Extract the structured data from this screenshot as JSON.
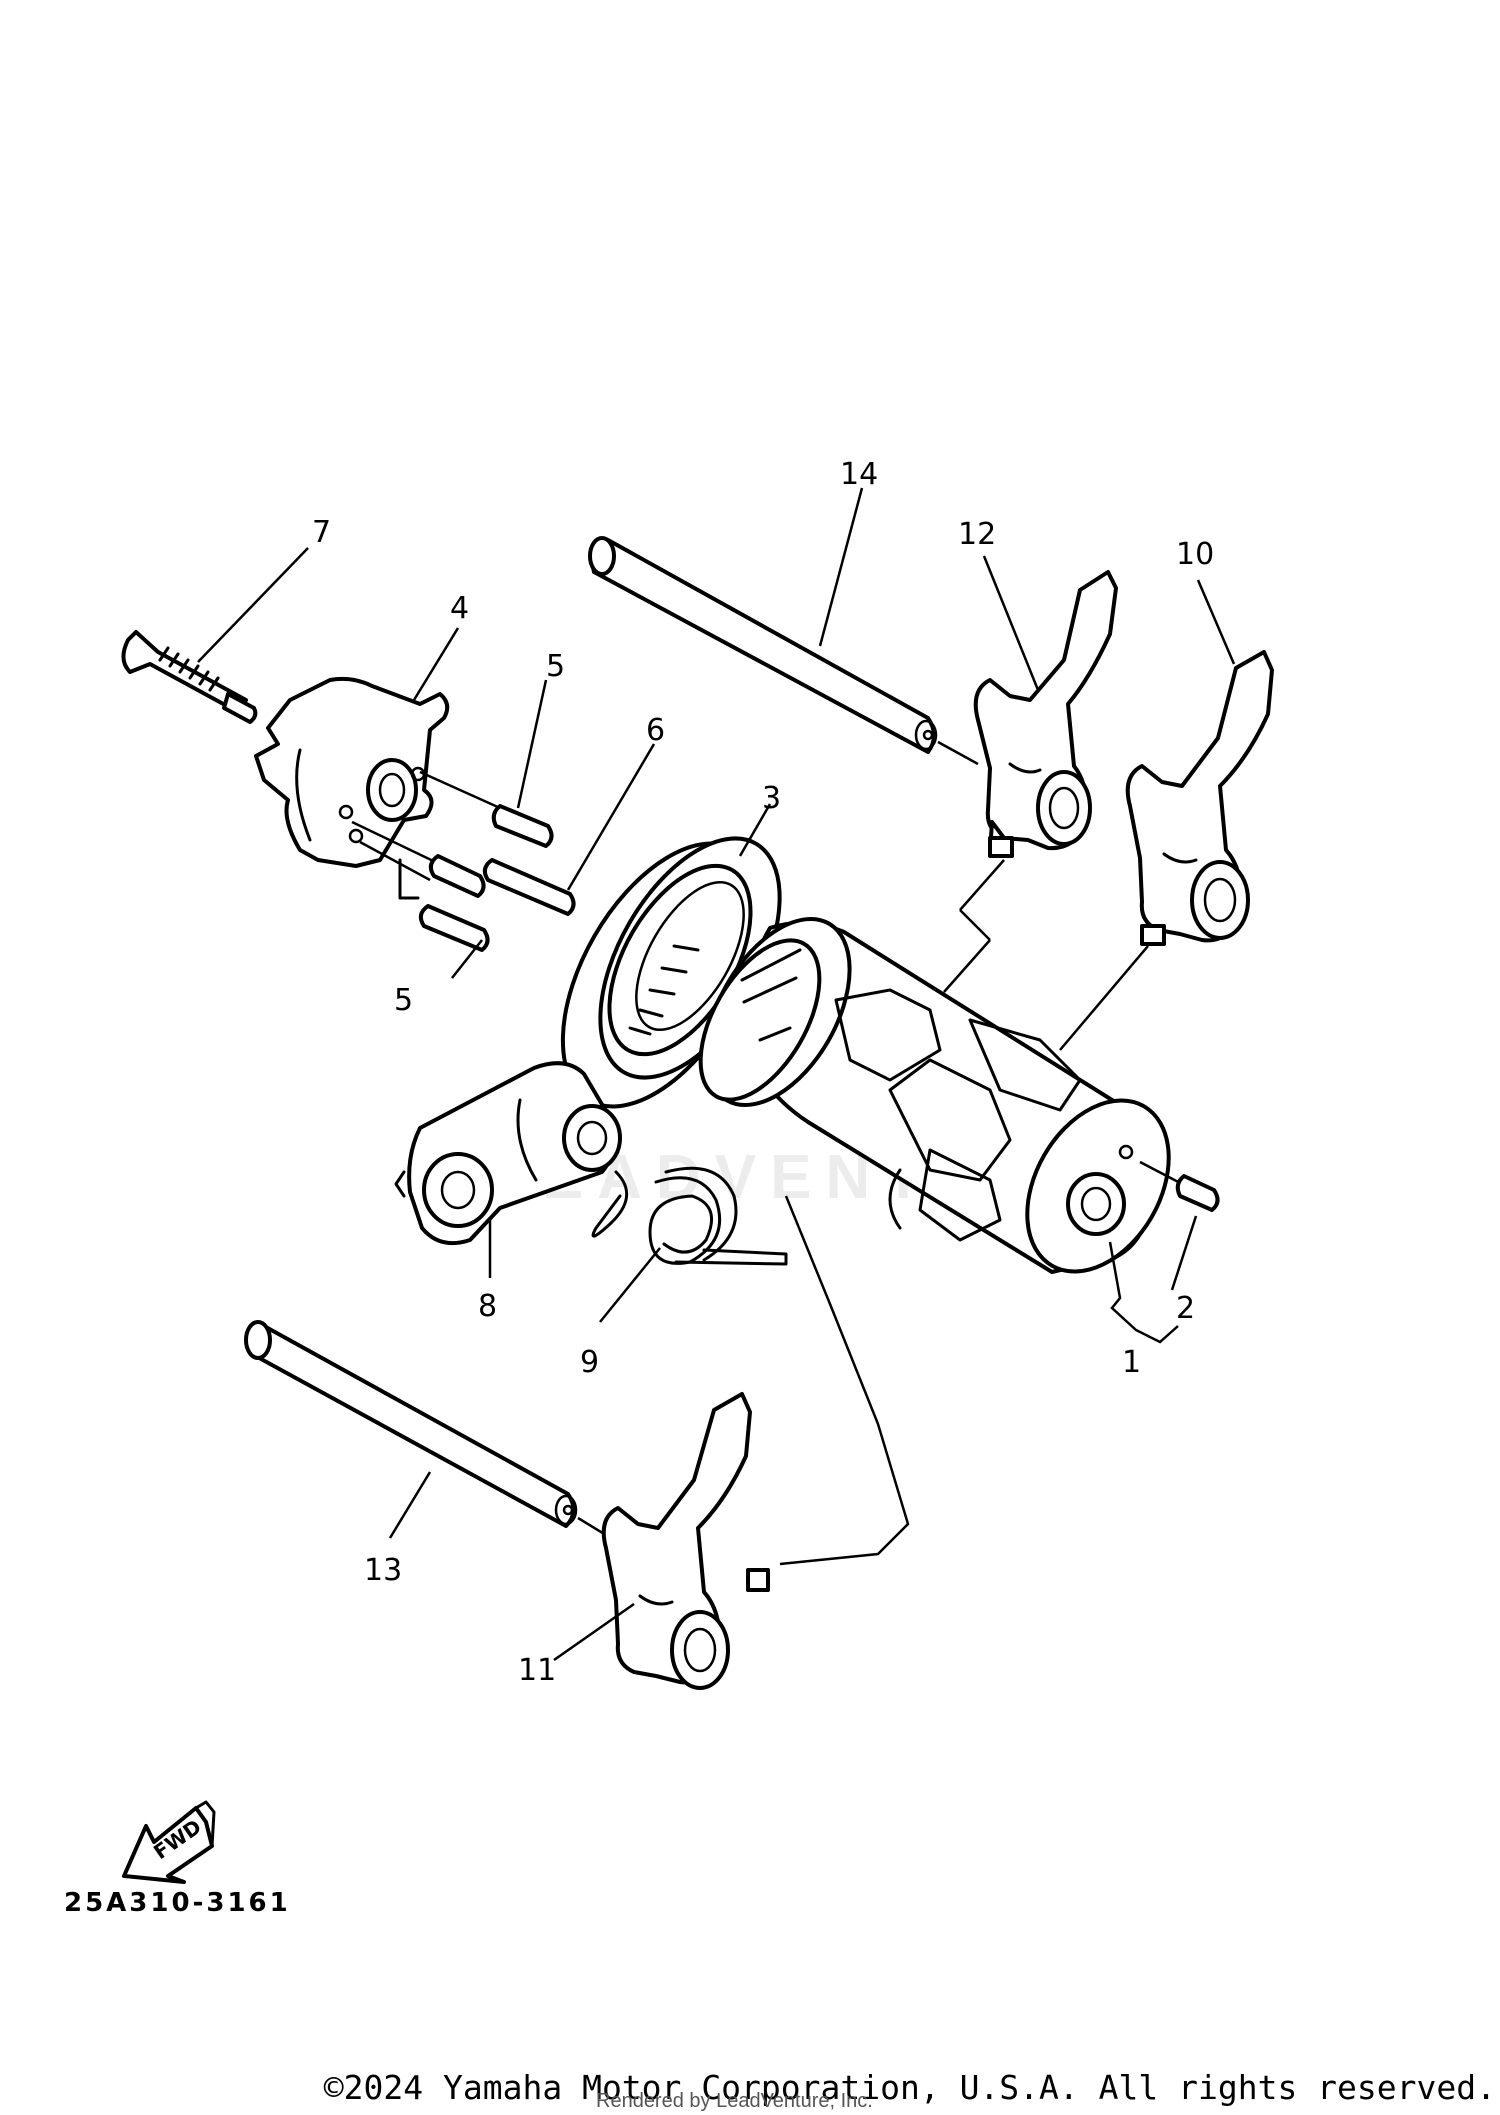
{
  "diagram": {
    "callouts": [
      "1",
      "2",
      "3",
      "4",
      "5",
      "5",
      "6",
      "7",
      "8",
      "9",
      "10",
      "11",
      "12",
      "13",
      "14"
    ],
    "fwd_label": "FWD",
    "watermark": "LEADVENTURE"
  },
  "footer": {
    "code": "25A310-3161",
    "copyright": "©2024 Yamaha Motor Corporation, U.S.A. All rights reserved.",
    "rendered": "Rendered by LeadVenture, Inc."
  }
}
